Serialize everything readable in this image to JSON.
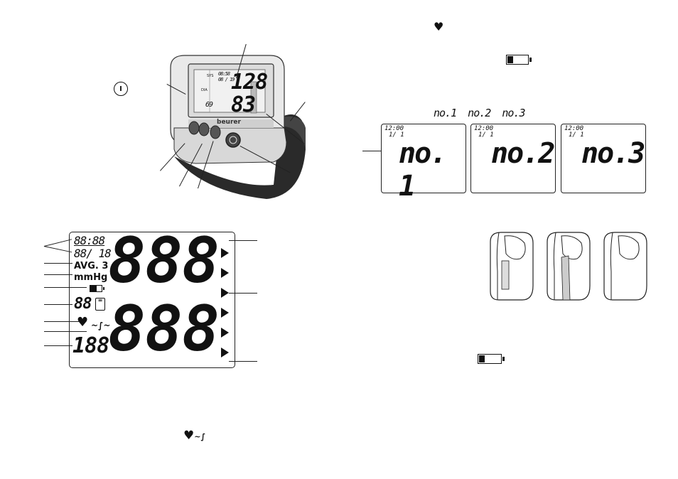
{
  "device": {
    "brand": "beurer",
    "screen_sys": "128",
    "screen_dia": "83",
    "screen_pulse": "69",
    "screen_date": "08:58",
    "screen_date2": "08 / 19",
    "label_sys": "SYS",
    "label_dia": "DIA"
  },
  "power_symbol": "I",
  "memory_heading": "no.1  no.2  no.3",
  "memory_panels": [
    {
      "time": "12:00",
      "date": "1/  1",
      "label": "no. 1"
    },
    {
      "time": "12:00",
      "date": "1/  1",
      "label": "no.2"
    },
    {
      "time": "12:00",
      "date": "1/  1",
      "label": "no.3"
    }
  ],
  "lcd": {
    "time": "88:88",
    "date": "88/ 18",
    "avg": "AVG. 3",
    "unit": "mmHg",
    "memory_num": "88",
    "pulse": "188",
    "sys_digits": "888",
    "dia_digits": "888"
  },
  "icons": {
    "heart": "heart-icon",
    "battery_low": "battery-low-icon",
    "heart_pulse": "heart-arrhythmia-icon"
  }
}
